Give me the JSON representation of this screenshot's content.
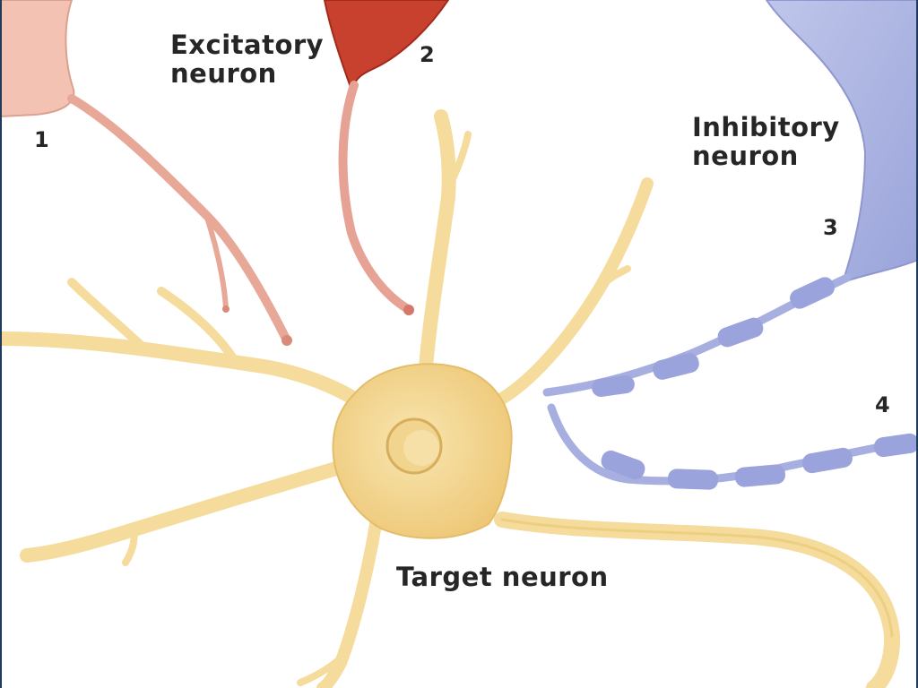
{
  "labels": {
    "excitatory": "Excitatory\nneuron",
    "inhibitory": "Inhibitory\nneuron",
    "target": "Target neuron",
    "n1": "1",
    "n2": "2",
    "n3": "3",
    "n4": "4"
  },
  "colors": {
    "target_fill": "#f5dc9c",
    "target_stroke": "#d9b35c",
    "excitatory_1_fill": "#f0b8a8",
    "excitatory_2_fill": "#c43a2a",
    "inhibitory_fill": "#a9b2e0",
    "inhibitory_myelin": "#8d98d4"
  }
}
